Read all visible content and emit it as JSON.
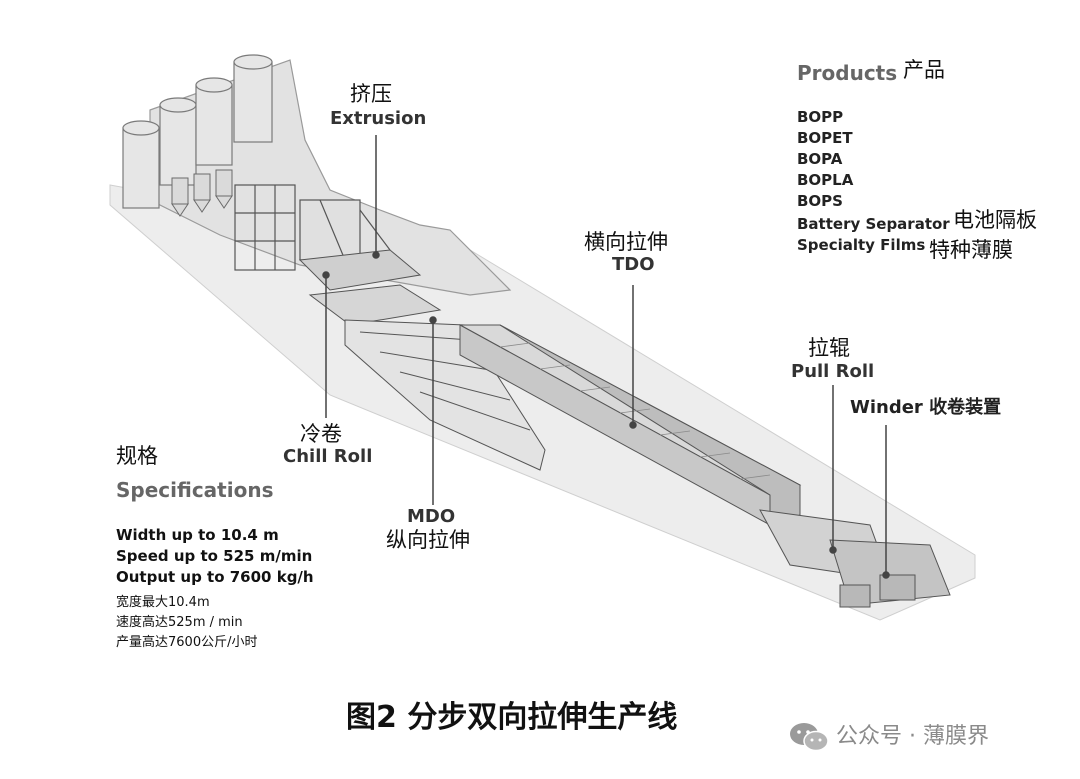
{
  "labels": {
    "extrusion_cn": "挤压",
    "extrusion_en": "Extrusion",
    "tdo_cn": "横向拉伸",
    "tdo_en": "TDO",
    "pullroll_cn": "拉辊",
    "pullroll_en": "Pull Roll",
    "winder": "Winder 收卷装置",
    "chill_cn": "冷卷",
    "chill_en": "Chill Roll",
    "mdo_en": "MDO",
    "mdo_cn": "纵向拉伸"
  },
  "products": {
    "title_en": "Products",
    "title_cn": "产品",
    "items": [
      "BOPP",
      "BOPET",
      "BOPA",
      "BOPLA",
      "BOPS",
      "Battery Separator",
      "Specialty Films"
    ],
    "battery_cn": "电池隔板",
    "specialty_cn": "特种薄膜"
  },
  "specs": {
    "title_cn": "规格",
    "title_en": "Specifications",
    "en_lines": [
      "Width up to 10.4 m",
      "Speed up to 525 m/min",
      "Output up to 7600 kg/h"
    ],
    "cn_lines": [
      "宽度最大10.4m",
      "速度高达525m / min",
      "产量高达7600公斤/小时"
    ]
  },
  "caption": "图2 分步双向拉伸生产线",
  "watermark": "公众号 · 薄膜界",
  "colors": {
    "floor": "#eeeeee",
    "machine": "#d8d8d8",
    "wall": "#e4e4e4",
    "line": "#555555"
  },
  "icons": [
    "wechat-icon"
  ]
}
